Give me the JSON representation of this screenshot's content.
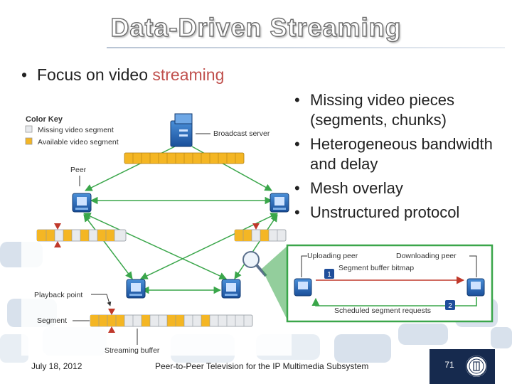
{
  "slide": {
    "title": "Data-Driven Streaming",
    "main_bullet": {
      "prefix": "Focus on video ",
      "accent": "streaming"
    },
    "right_bullets": [
      "Missing video pieces (segments, chunks)",
      "Heterogeneous bandwidth and delay",
      "Mesh overlay",
      "Unstructured protocol"
    ],
    "footer": {
      "date": "July 18, 2012",
      "center": "Peer-to-Peer Television for the IP Multimedia Subsystem",
      "page": "71"
    },
    "colors": {
      "accent": "#c0504d",
      "arrow_green": "#3aa64a",
      "available": "#f4b624",
      "missing": "#e8eaed",
      "marker": "#c0392b"
    }
  },
  "diagram": {
    "color_key_title": "Color Key",
    "color_key_missing": "Missing video segment",
    "color_key_available": "Available video segment",
    "broadcast_server": "Broadcast server",
    "peer": "Peer",
    "playback_point": "Playback point",
    "segment": "Segment",
    "streaming_buffer": "Streaming buffer",
    "inset": {
      "uploading_peer": "Uploading peer",
      "downloading_peer": "Downloading peer",
      "bitmap": "Segment buffer bitmap",
      "requests": "Scheduled segment requests",
      "step1": "1",
      "step2": "2"
    }
  }
}
